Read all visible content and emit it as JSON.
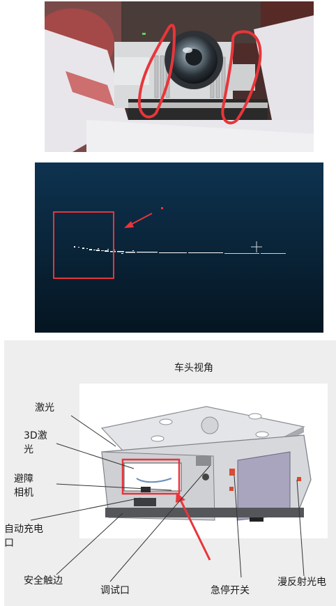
{
  "diagram": {
    "title": "车头视角",
    "labels": {
      "laser": "激光",
      "laser3d_line1": "3D激",
      "laser3d_line2": "光",
      "avoid_line1": "避障",
      "avoid_line2": "相机",
      "charge_line1": "自动充电",
      "charge_line2": "口",
      "bumper": "安全触边",
      "debug": "调试口",
      "estop": "急停开关",
      "diffuse": "漫反射光电"
    }
  },
  "colors": {
    "highlight": "#e8353a",
    "cloud_bg_top": "#0e3350",
    "cloud_bg_bottom": "#051521"
  }
}
